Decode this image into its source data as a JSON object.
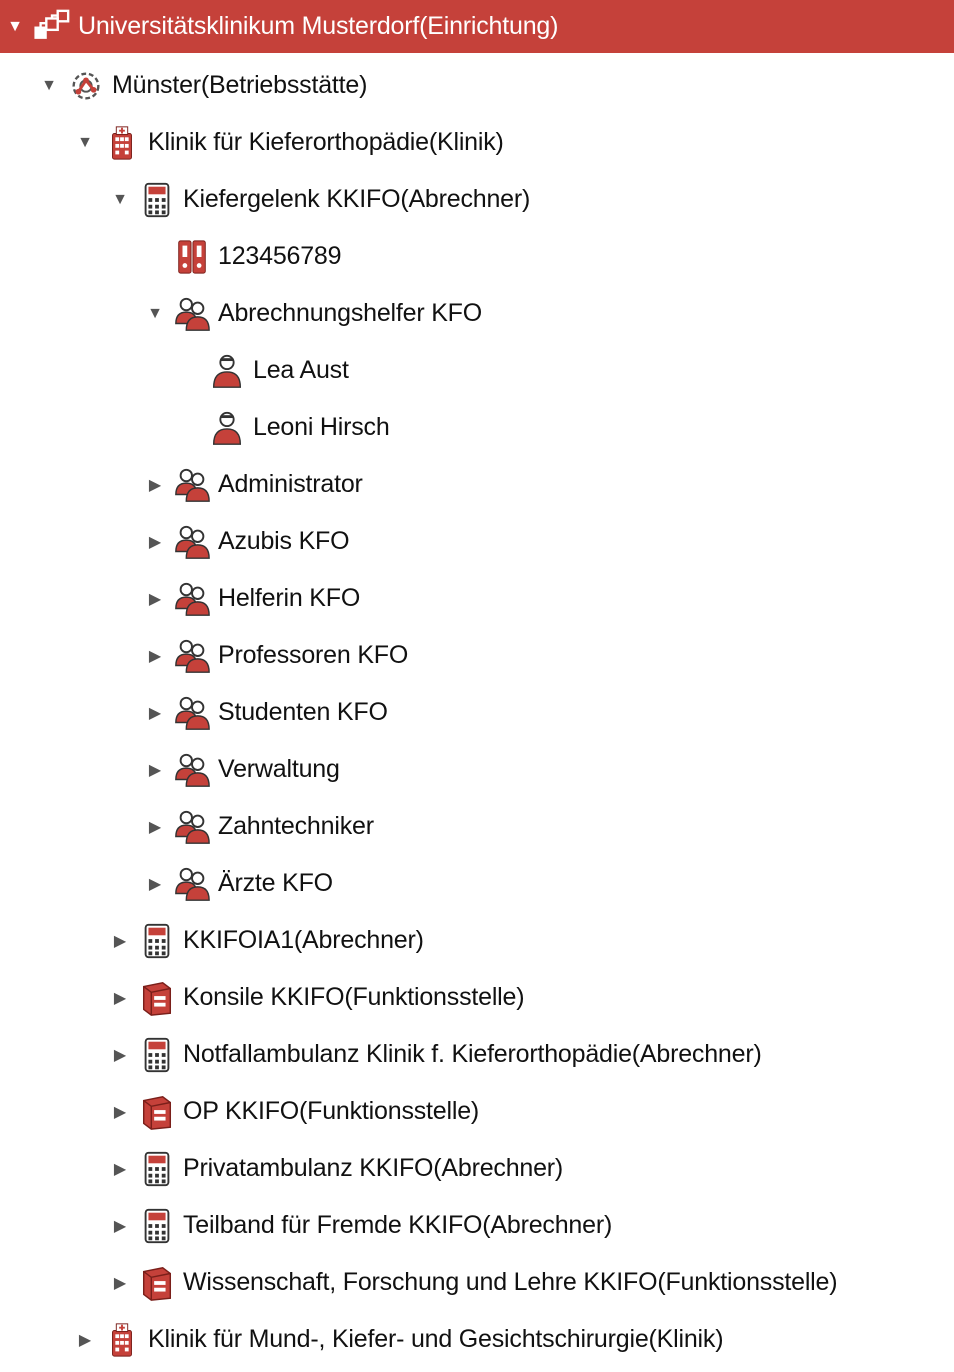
{
  "tree": {
    "root": {
      "label": "Universitätsklinikum Musterdorf(Einrichtung)",
      "expanded": true,
      "selected": true,
      "icon": "org-structure-icon"
    },
    "site": {
      "label": "Münster(Betriebsstätte)",
      "expanded": true,
      "icon": "site-gear-icon"
    },
    "clinic1": {
      "label": "Klinik für Kieferorthopädie(Klinik)",
      "expanded": true,
      "icon": "clinic-icon"
    },
    "biller1": {
      "label": "Kiefergelenk  KKIFO(Abrechner)",
      "expanded": true,
      "icon": "calculator-icon"
    },
    "number": {
      "label": "123456789",
      "icon": "binder-icon"
    },
    "group_helpers": {
      "label": "Abrechnungshelfer KFO",
      "expanded": true,
      "icon": "user-group-icon"
    },
    "user1": {
      "label": "Lea Aust",
      "icon": "user-icon"
    },
    "user2": {
      "label": "Leoni Hirsch",
      "icon": "user-icon"
    },
    "groups": [
      {
        "label": "Administrator"
      },
      {
        "label": "Azubis KFO"
      },
      {
        "label": "Helferin KFO"
      },
      {
        "label": "Professoren KFO"
      },
      {
        "label": "Studenten KFO"
      },
      {
        "label": "Verwaltung"
      },
      {
        "label": "Zahntechniker"
      },
      {
        "label": "Ärzte KFO"
      }
    ],
    "units": [
      {
        "label": "KKIFOIA1(Abrechner)",
        "icon": "calculator-icon"
      },
      {
        "label": "Konsile KKIFO(Funktionsstelle)",
        "icon": "function-unit-icon"
      },
      {
        "label": "Notfallambulanz Klinik f. Kieferorthopädie(Abrechner)",
        "icon": "calculator-icon"
      },
      {
        "label": "OP KKIFO(Funktionsstelle)",
        "icon": "function-unit-icon"
      },
      {
        "label": "Privatambulanz  KKIFO(Abrechner)",
        "icon": "calculator-icon"
      },
      {
        "label": "Teilband für Fremde  KKIFO(Abrechner)",
        "icon": "calculator-icon"
      },
      {
        "label": "Wissenschaft, Forschung und Lehre KKIFO(Funktionsstelle)",
        "icon": "function-unit-icon"
      }
    ],
    "clinic2": {
      "label": "Klinik für Mund-, Kiefer- und Gesichtschirurgie(Klinik)",
      "expanded": false,
      "icon": "clinic-icon"
    },
    "toggle_expanded": "▼",
    "toggle_collapsed": "▶",
    "colors": {
      "selection": "#c5413a",
      "icon_red": "#c5413a",
      "icon_dark": "#3a3a3a"
    }
  }
}
